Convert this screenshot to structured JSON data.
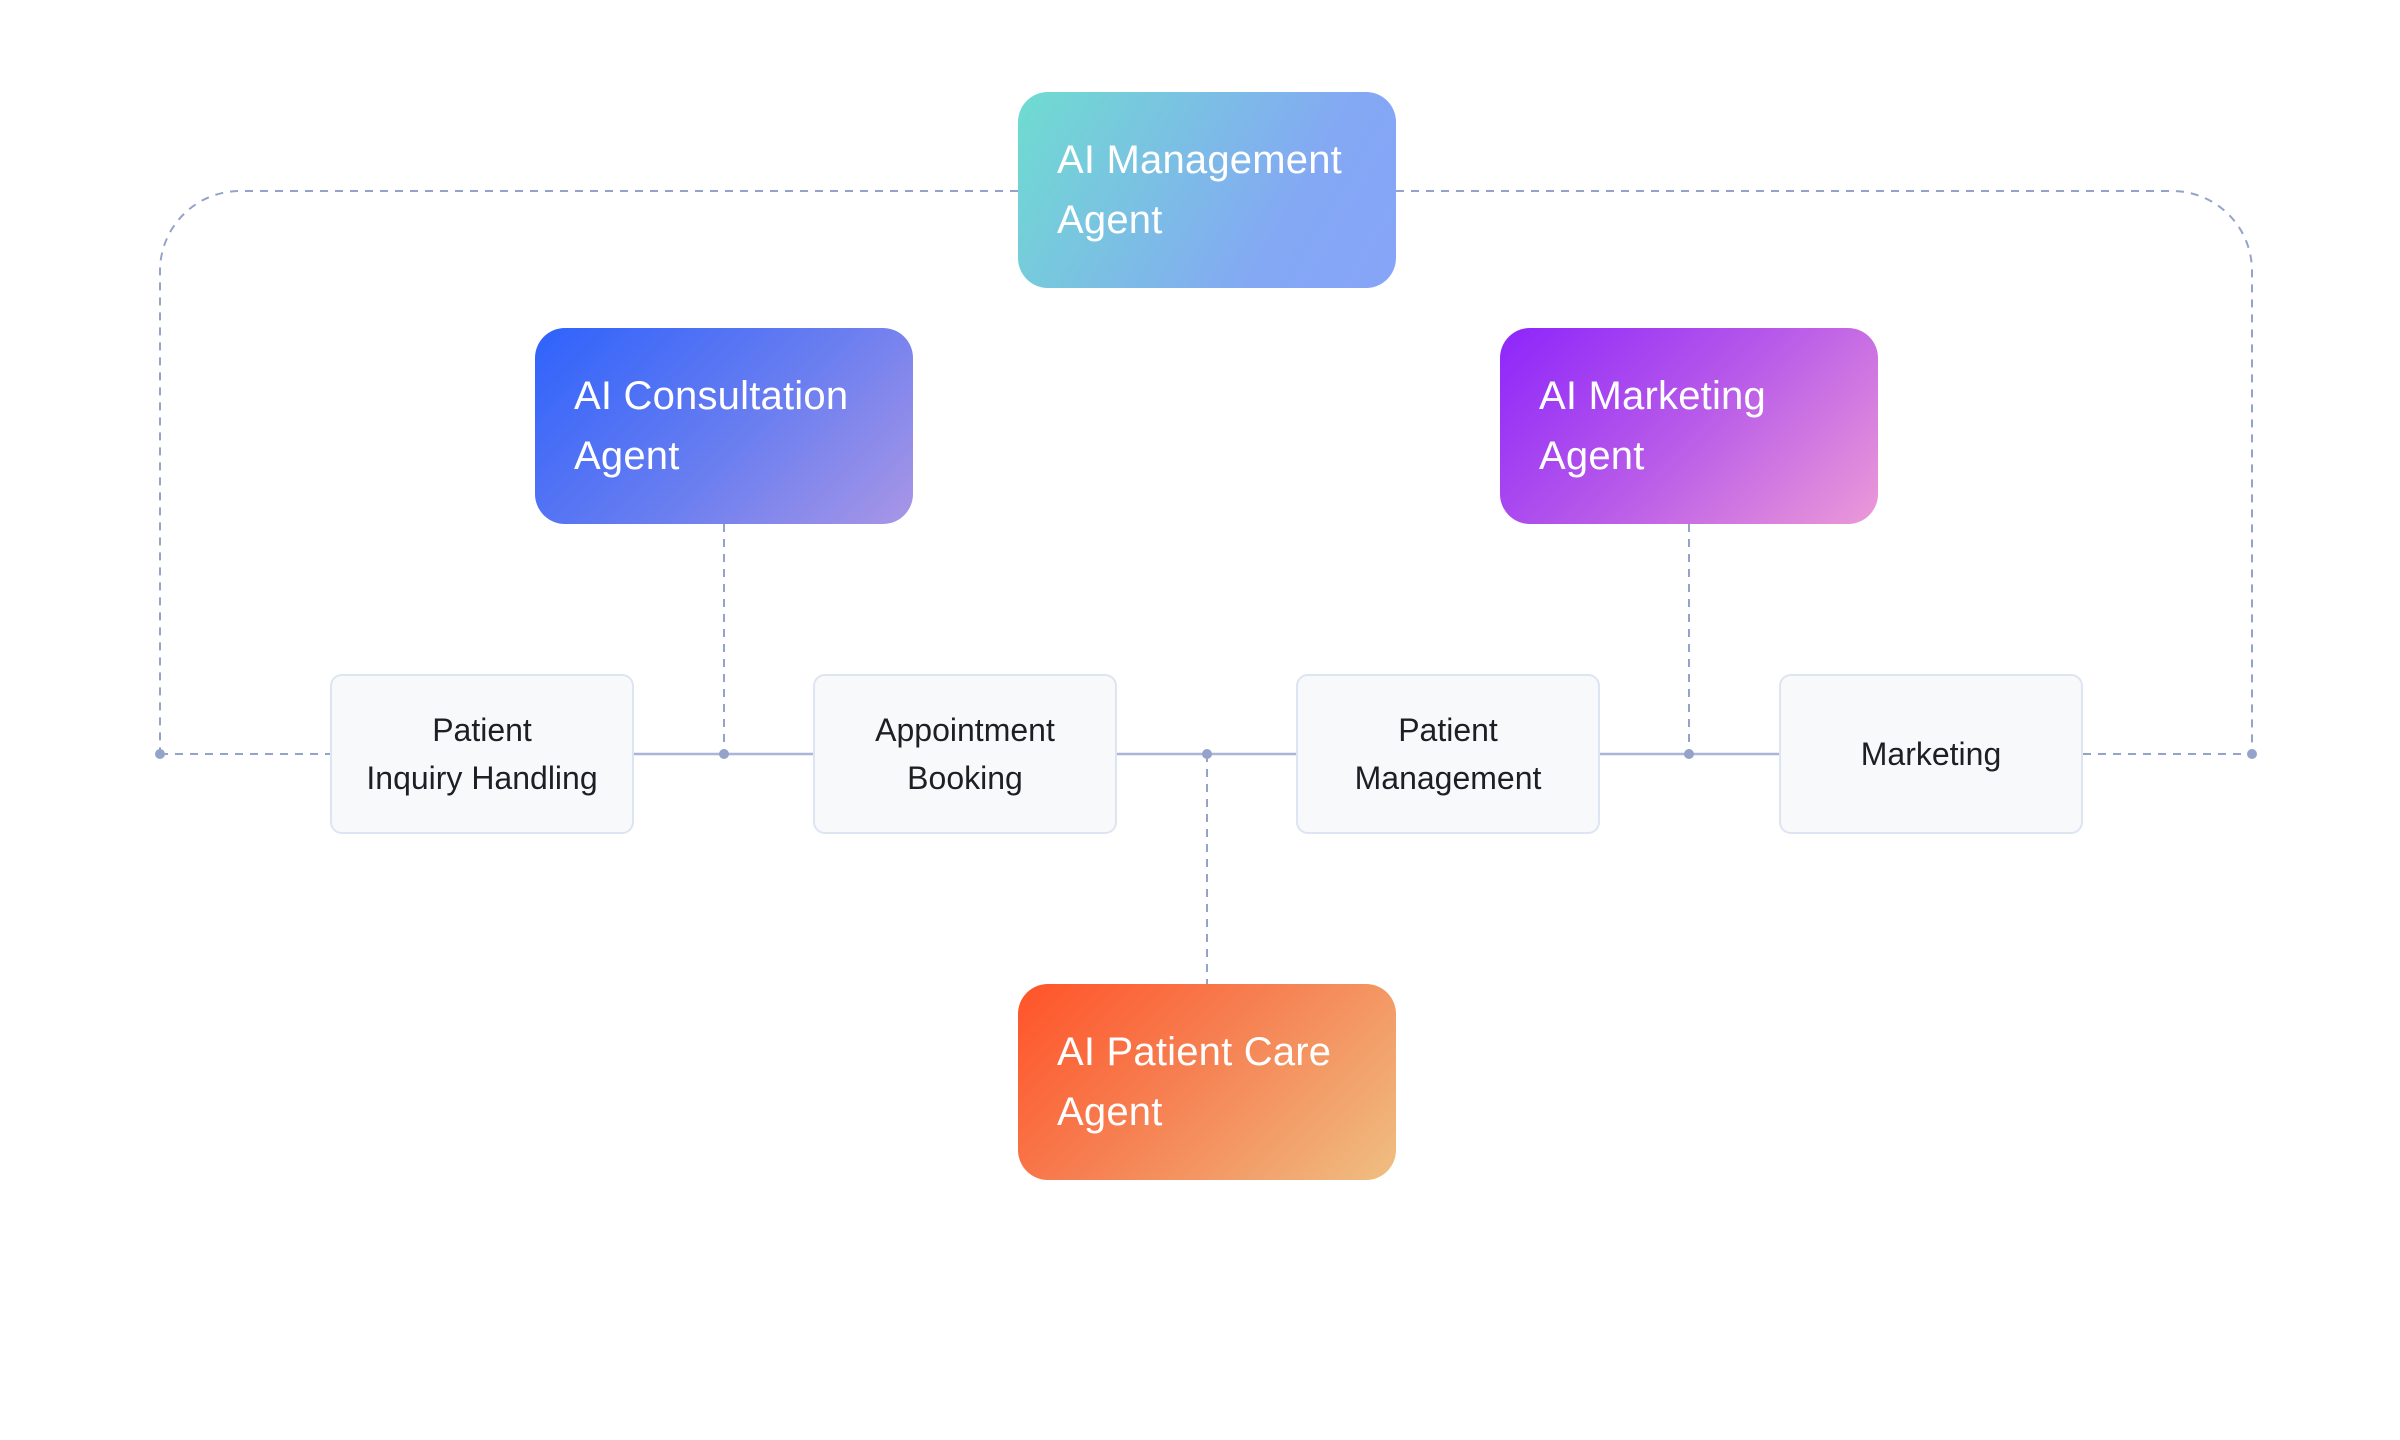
{
  "agents": {
    "management": {
      "line1": "AI Management",
      "line2": "Agent"
    },
    "consultation": {
      "line1": "AI Consultation",
      "line2": "Agent"
    },
    "marketing": {
      "line1": "AI Marketing",
      "line2": "Agent"
    },
    "patient_care": {
      "line1": "AI Patient Care",
      "line2": "Agent"
    }
  },
  "tasks": [
    {
      "line1": "Patient",
      "line2": "Inquiry Handling"
    },
    {
      "line1": "Appointment",
      "line2": "Booking"
    },
    {
      "line1": "Patient",
      "line2": "Management"
    },
    {
      "line1": "Marketing",
      "line2": ""
    }
  ],
  "colors": {
    "connector": "#94a3c9",
    "task_border": "#dde4f2",
    "task_background": "#f8f9fb",
    "management_gradient": [
      "#6fdcd0",
      "#86a4f8"
    ],
    "consultation_gradient": [
      "#2e62fb",
      "#a996e6"
    ],
    "marketing_gradient": [
      "#8d25fb",
      "#ec9ad8"
    ],
    "patient_care_gradient": [
      "#ff5328",
      "#efbf82"
    ]
  }
}
